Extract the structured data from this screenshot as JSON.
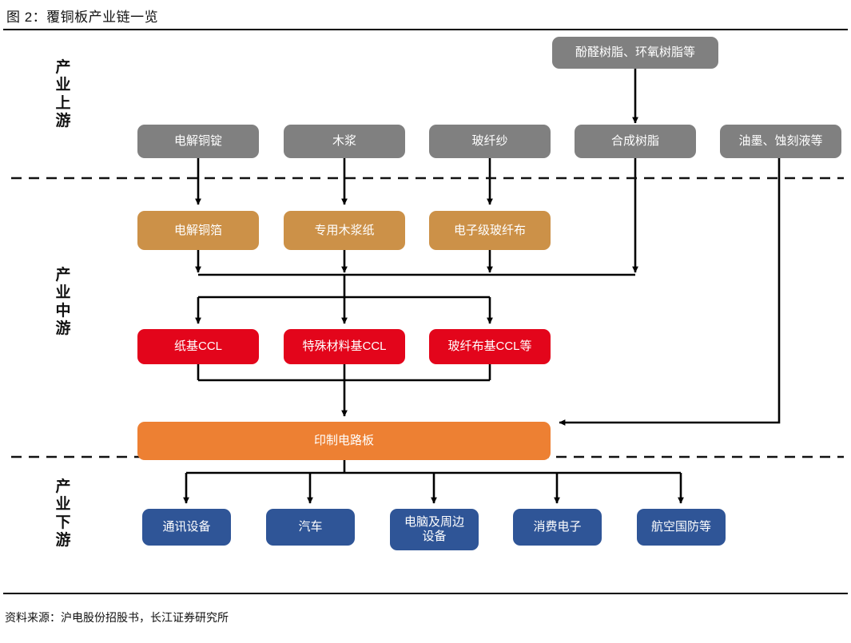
{
  "figure": {
    "title": "图 2：覆铜板产业链一览",
    "source": "资料来源：沪电股份招股书，长江证券研究所"
  },
  "colors": {
    "upstream_raw": "#808080",
    "upstream_processed": "#cc9148",
    "midstream_ccl": "#e3051b",
    "midstream_pcb": "#ed8033",
    "downstream_app": "#2f5597",
    "wire": "#000000",
    "divider": "#000000"
  },
  "segments": [
    {
      "id": "upstream",
      "label": "产业上游"
    },
    {
      "id": "midstream",
      "label": "产业中游"
    },
    {
      "id": "downstream",
      "label": "产业下游"
    }
  ],
  "nodes": {
    "resin_source": {
      "label": "酚醛树脂、环氧树脂等",
      "tier": "upstream",
      "color": "gray"
    },
    "copper_ingot": {
      "label": "电解铜锭",
      "tier": "upstream",
      "color": "gray"
    },
    "wood_pulp": {
      "label": "木浆",
      "tier": "upstream",
      "color": "gray"
    },
    "glass_yarn": {
      "label": "玻纤纱",
      "tier": "upstream",
      "color": "gray"
    },
    "synth_resin": {
      "label": "合成树脂",
      "tier": "upstream",
      "color": "gray"
    },
    "ink_etchant": {
      "label": "油墨、蚀刻液等",
      "tier": "upstream",
      "color": "gray"
    },
    "copper_foil": {
      "label": "电解铜箔",
      "tier": "upstream",
      "color": "tan"
    },
    "pulp_paper": {
      "label": "专用木浆纸",
      "tier": "upstream",
      "color": "tan"
    },
    "glass_cloth": {
      "label": "电子级玻纤布",
      "tier": "upstream",
      "color": "tan"
    },
    "ccl_paper": {
      "label": "纸基CCL",
      "tier": "midstream",
      "color": "red"
    },
    "ccl_special": {
      "label": "特殊材料基CCL",
      "tier": "midstream",
      "color": "red"
    },
    "ccl_glass": {
      "label": "玻纤布基CCL等",
      "tier": "midstream",
      "color": "red"
    },
    "pcb": {
      "label": "印制电路板",
      "tier": "midstream",
      "color": "orange"
    },
    "app_comm": {
      "label": "通讯设备",
      "tier": "downstream",
      "color": "blue"
    },
    "app_auto": {
      "label": "汽车",
      "tier": "downstream",
      "color": "blue"
    },
    "app_computer": {
      "label": "电脑及周边\n设备",
      "tier": "downstream",
      "color": "blue"
    },
    "app_consumer": {
      "label": "消费电子",
      "tier": "downstream",
      "color": "blue"
    },
    "app_aero": {
      "label": "航空国防等",
      "tier": "downstream",
      "color": "blue"
    }
  }
}
